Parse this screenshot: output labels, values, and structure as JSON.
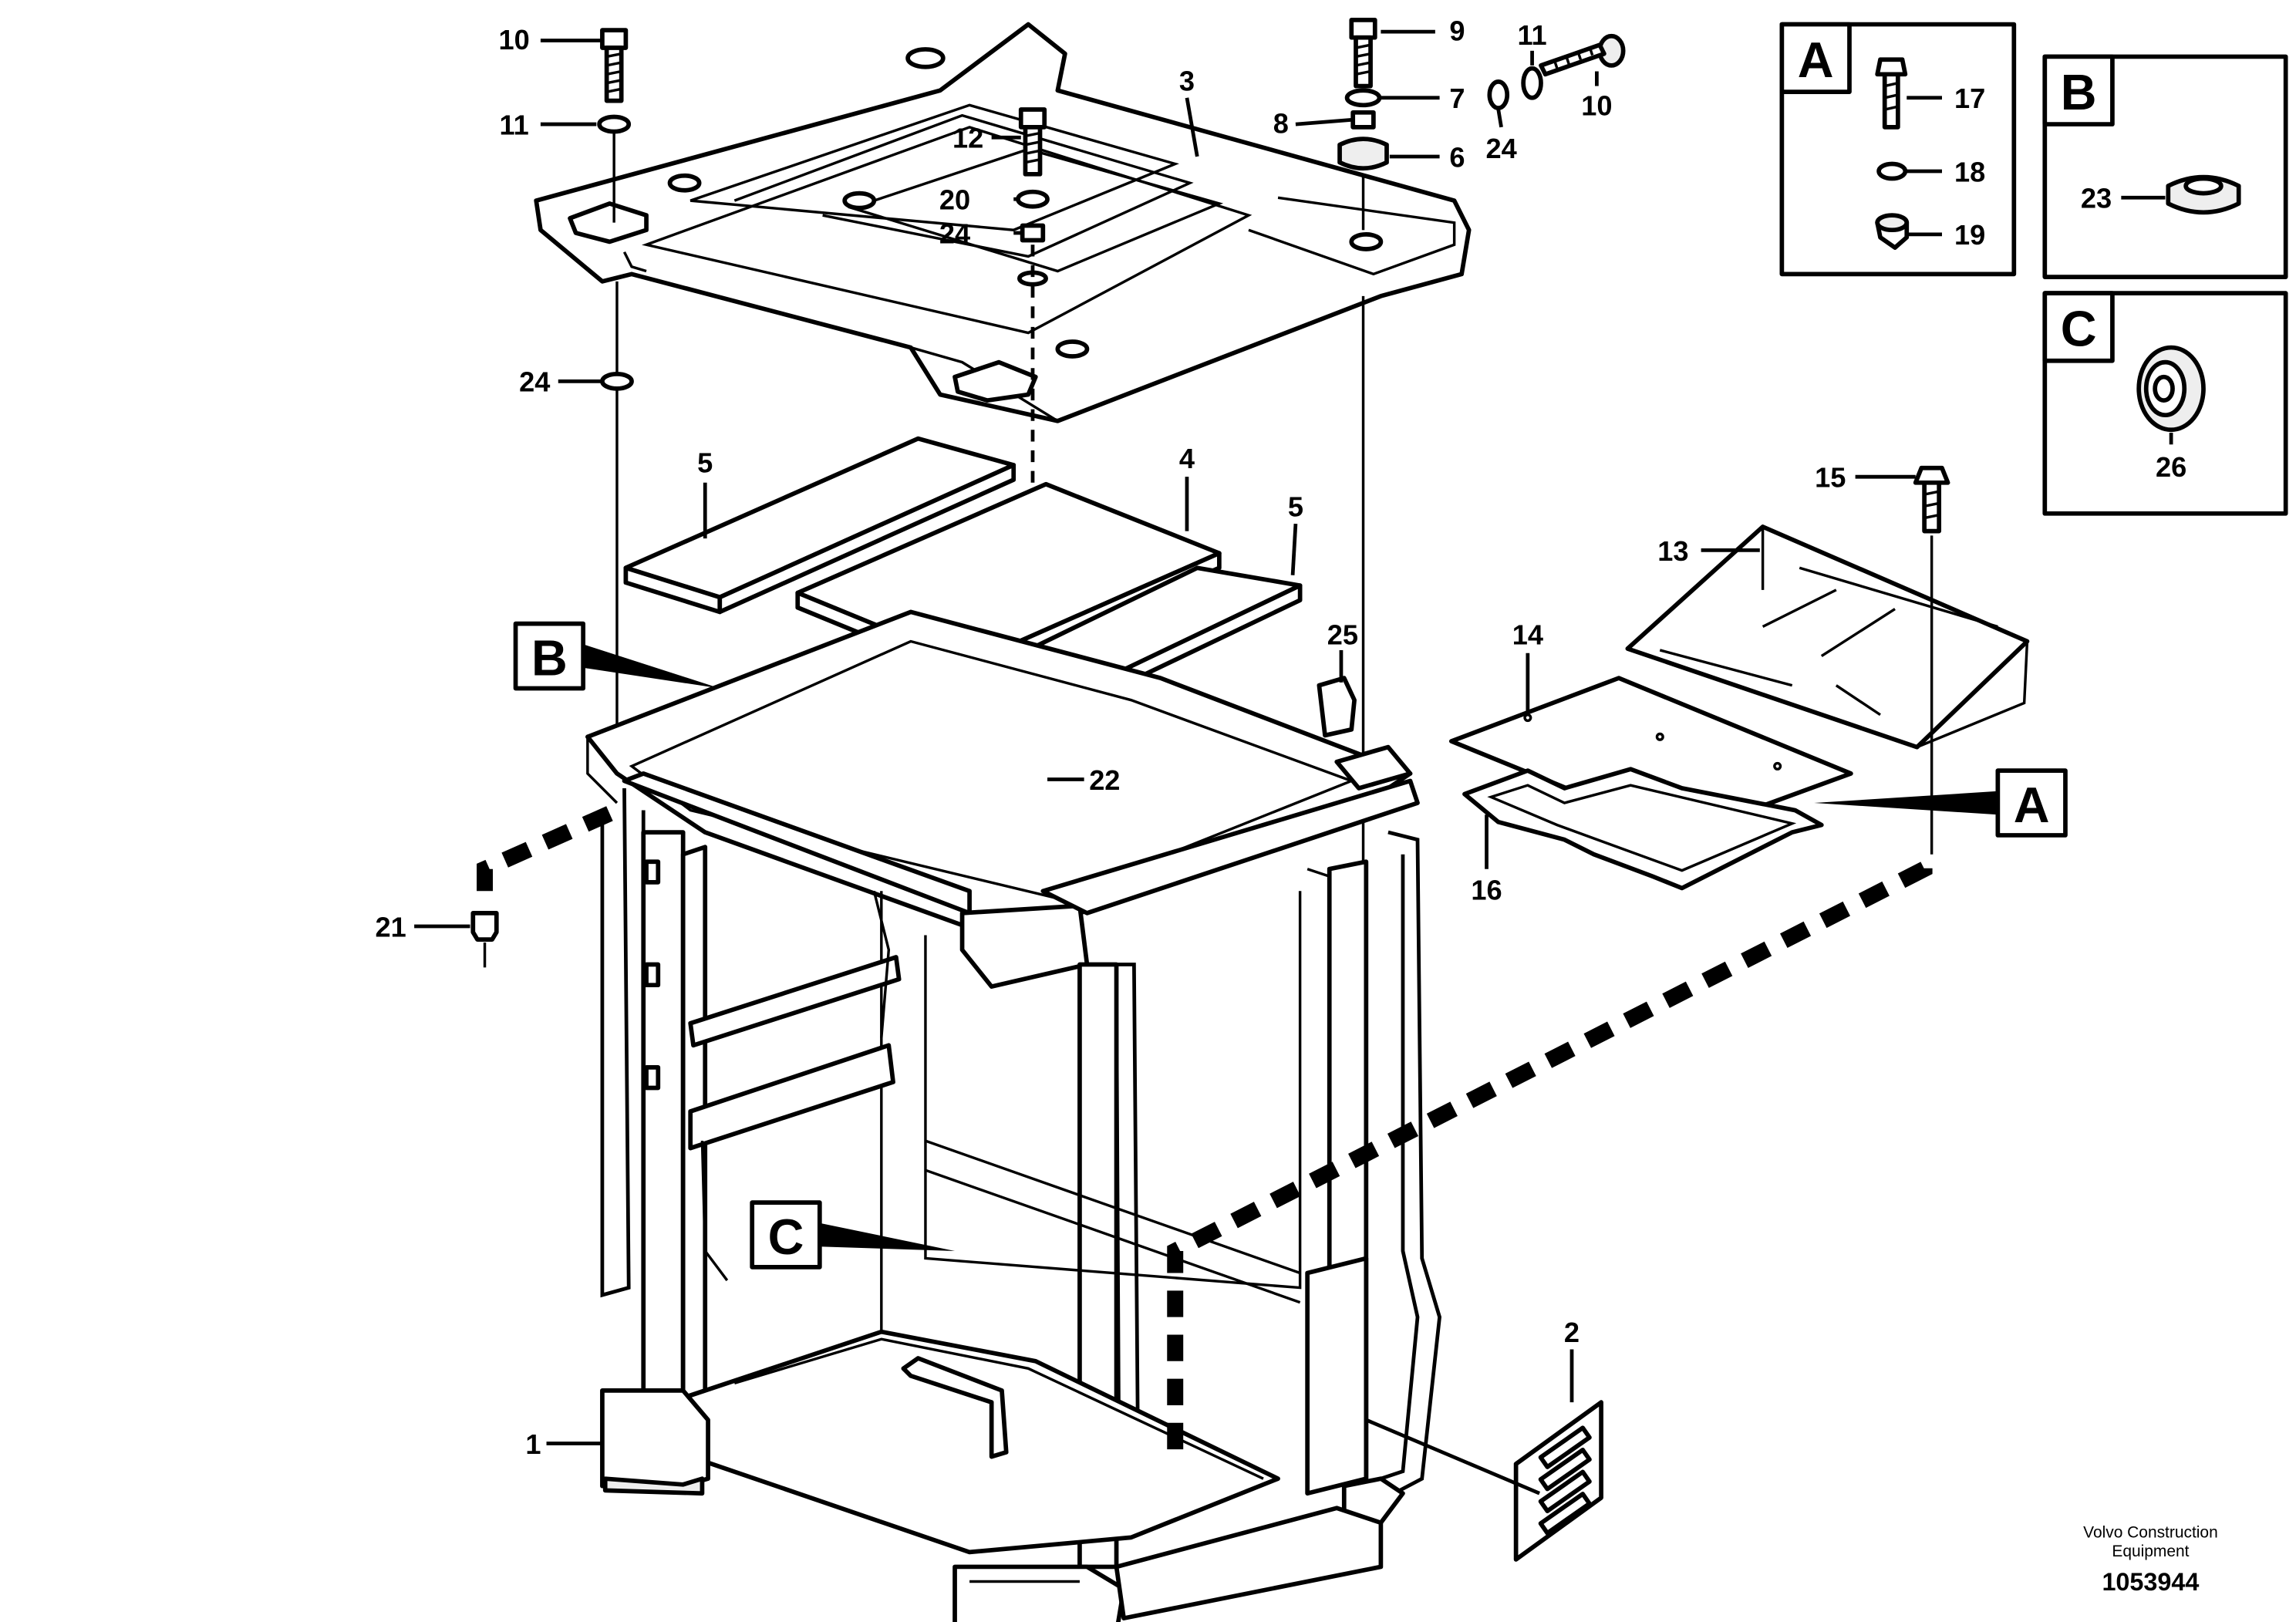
{
  "callouts": {
    "c10a": "10",
    "c11a": "11",
    "c12": "12",
    "c20": "20",
    "c24a": "24",
    "c3": "3",
    "c9": "9",
    "c7": "7",
    "c8": "8",
    "c6": "6",
    "c24b": "24",
    "c11b": "11",
    "c10b": "10",
    "c24c": "24",
    "c5a": "5",
    "c4": "4",
    "c5b": "5",
    "c25": "25",
    "c22": "22",
    "c21": "21",
    "c15": "15",
    "c13": "13",
    "c14": "14",
    "c16": "16",
    "c1": "1",
    "c2": "2",
    "c17": "17",
    "c18": "18",
    "c19": "19",
    "c23": "23",
    "c26": "26"
  },
  "detail_labels": {
    "box_a": "A",
    "box_b": "B",
    "box_c": "C",
    "ref_a": "A",
    "ref_b": "B",
    "ref_c": "C"
  },
  "footer": {
    "company_line1": "Volvo Construction",
    "company_line2": "Equipment",
    "drawing_number": "1053944"
  }
}
